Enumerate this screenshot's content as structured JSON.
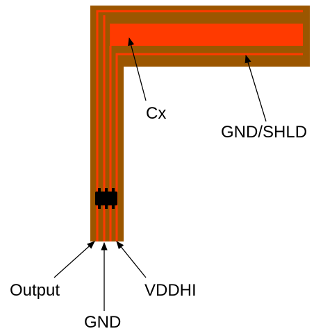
{
  "colors": {
    "board": "#9B5600",
    "trace": "#FF3A00",
    "chip": "#000000",
    "arrow": "#000000",
    "background": "#FFFFFF"
  },
  "labels": {
    "cx": "Cx",
    "gnd_shld": "GND/SHLD",
    "output": "Output",
    "gnd": "GND",
    "vddhi": "VDDHI"
  },
  "chip": {
    "icon": "ic-package-icon"
  }
}
